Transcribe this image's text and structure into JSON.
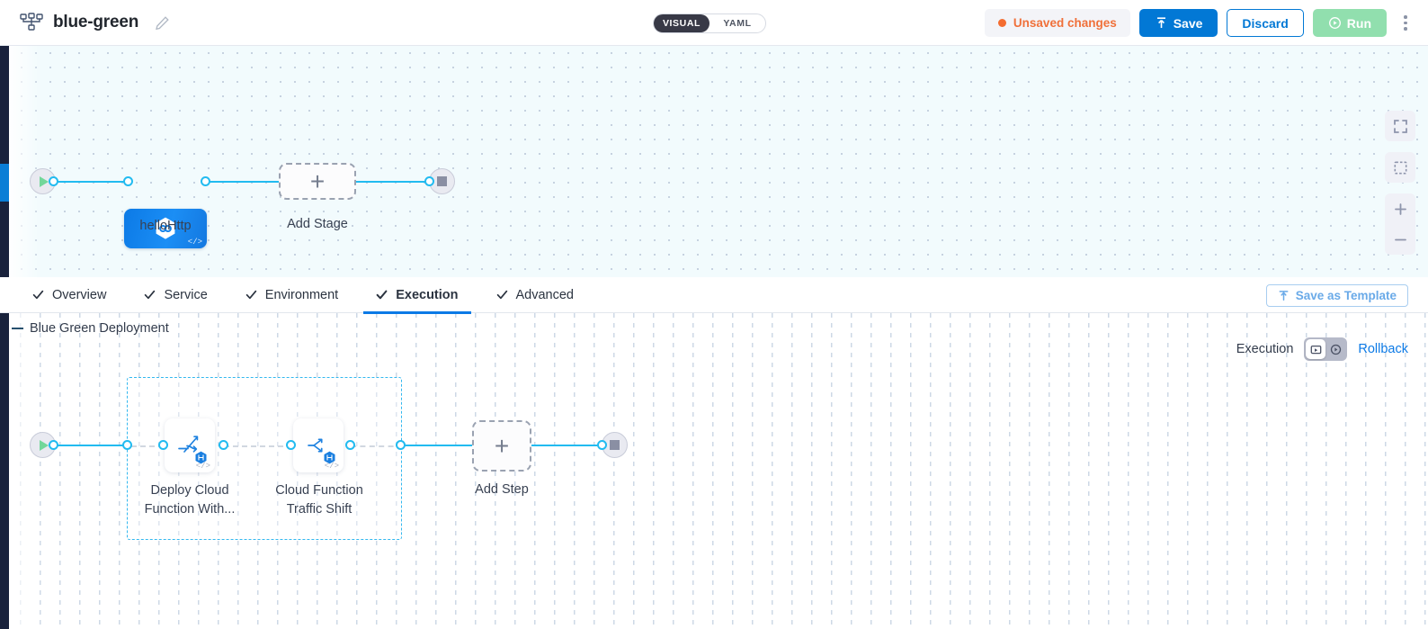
{
  "header": {
    "pipeline_icon": "pipeline-nodes-icon",
    "title": "blue-green",
    "edit_icon": "pencil-icon",
    "view_toggle": {
      "options": [
        "VISUAL",
        "YAML"
      ],
      "selected": "VISUAL"
    },
    "unsaved_label": "Unsaved changes",
    "save_label": "Save",
    "discard_label": "Discard",
    "run_label": "Run",
    "menu_icon": "kebab-menu-icon"
  },
  "canvas_controls": {
    "fullscreen": "fullscreen-icon",
    "fit_screen": "fit-to-screen-icon",
    "zoom_in": "plus-icon",
    "zoom_out": "minus-icon"
  },
  "pipeline_flow": {
    "start": "start-node",
    "end": "end-node",
    "stage_node": {
      "label": "helloHttp",
      "icon": "harness-hexagon-icon",
      "code_badge": "</>"
    },
    "add_stage": {
      "label": "Add Stage",
      "icon": "plus-icon"
    }
  },
  "tabs": [
    {
      "label": "Overview",
      "active": false,
      "check": "check-icon"
    },
    {
      "label": "Service",
      "active": false,
      "check": "check-icon"
    },
    {
      "label": "Environment",
      "active": false,
      "check": "check-icon"
    },
    {
      "label": "Execution",
      "active": true,
      "check": "check-icon"
    },
    {
      "label": "Advanced",
      "active": false,
      "check": "check-icon"
    }
  ],
  "save_template": {
    "label": "Save as Template",
    "icon": "upload-icon"
  },
  "execution_toolbar": {
    "label": "Execution",
    "toggle": {
      "left_icon": "execution-view-icon",
      "right_icon": "rollback-view-icon",
      "selected": "left"
    },
    "rollback_label": "Rollback"
  },
  "execution_flow": {
    "stage_group_title": "Blue Green Deployment",
    "steps": [
      {
        "label_line1": "Deploy Cloud",
        "label_line2": "Function With...",
        "icon": "deploy-cloud-function-icon",
        "badge": "harness-step-badge",
        "code_badge": "</>"
      },
      {
        "label_line1": "Cloud Function",
        "label_line2": "Traffic Shift",
        "icon": "traffic-shift-icon",
        "badge": "harness-step-badge",
        "code_badge": "</>"
      }
    ],
    "add_step": {
      "label": "Add Step",
      "icon": "plus-icon"
    }
  },
  "colors": {
    "accent_blue": "#0c7ae6",
    "edge_cyan": "#22bbf0",
    "warning_orange": "#f0703a",
    "run_green": "#91dfae",
    "dark_navy": "#19223c"
  }
}
